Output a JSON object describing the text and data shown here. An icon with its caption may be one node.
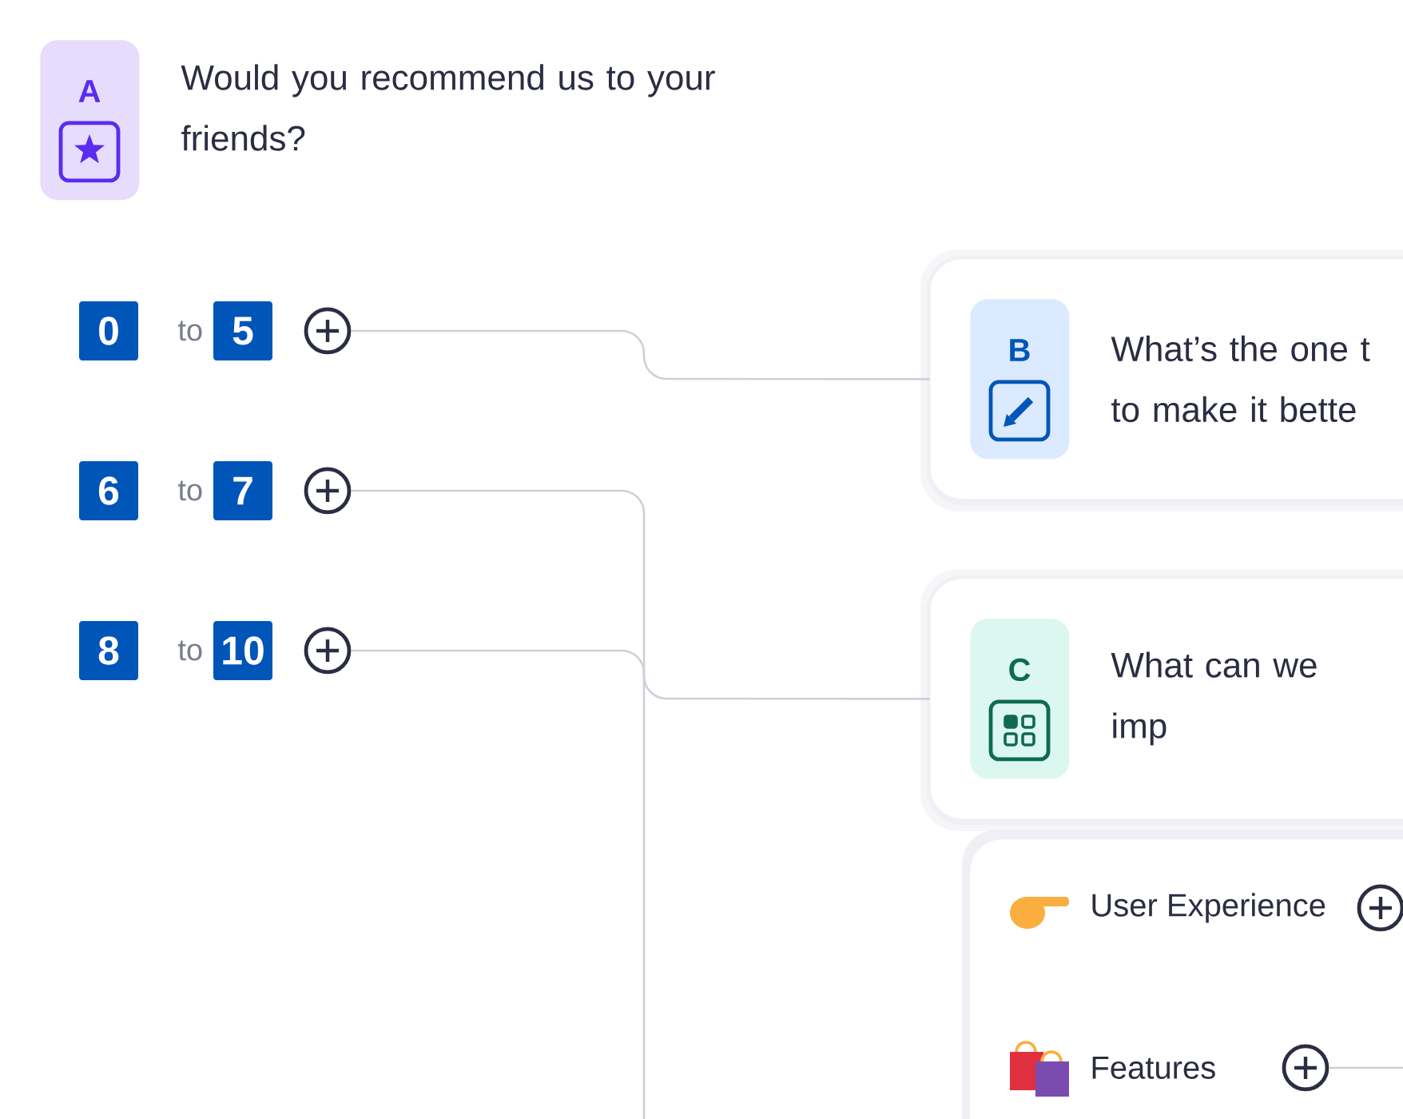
{
  "diagram": {
    "nodes": [
      {
        "text": [
          "A"
        ]
      },
      {
        "text": [
          "0"
        ]
      },
      {
        "text": [
          "5"
        ]
      },
      {
        "text": [],
        "shape": "circle"
      },
      {
        "text": [
          "6"
        ]
      },
      {
        "text": [
          "7"
        ]
      },
      {
        "text": [],
        "shape": "circle"
      },
      {
        "text": [
          "8"
        ]
      },
      {
        "text": [
          "10"
        ]
      },
      {
        "text": [],
        "shape": "circle"
      },
      {
        "text": [
          "What’s the one t to make it bette"
        ]
      },
      {
        "text": [
          "B"
        ],
        "in": 10
      },
      {
        "text": [
          "What can we imp"
        ]
      },
      {
        "text": [
          "C"
        ],
        "in": 12
      },
      {
        "text": [],
        "shape": "box"
      },
      {
        "text": [],
        "shape": "circle",
        "in": 14
      },
      {
        "text": [],
        "shape": "circle",
        "in": 14
      }
    ],
    "edges": [
      {
        "from": 3,
        "to": 10,
        "arrow": "none"
      },
      {
        "from": 6,
        "to": 12,
        "arrow": "none"
      },
      {
        "from": 9,
        "to": null,
        "arrow": "none"
      },
      {
        "from": 16,
        "to": null,
        "arrow": "none"
      }
    ],
    "labels": [
      "Would you recommend us to your friends?",
      "to",
      "to",
      "to",
      "User Experience",
      "Features"
    ]
  }
}
